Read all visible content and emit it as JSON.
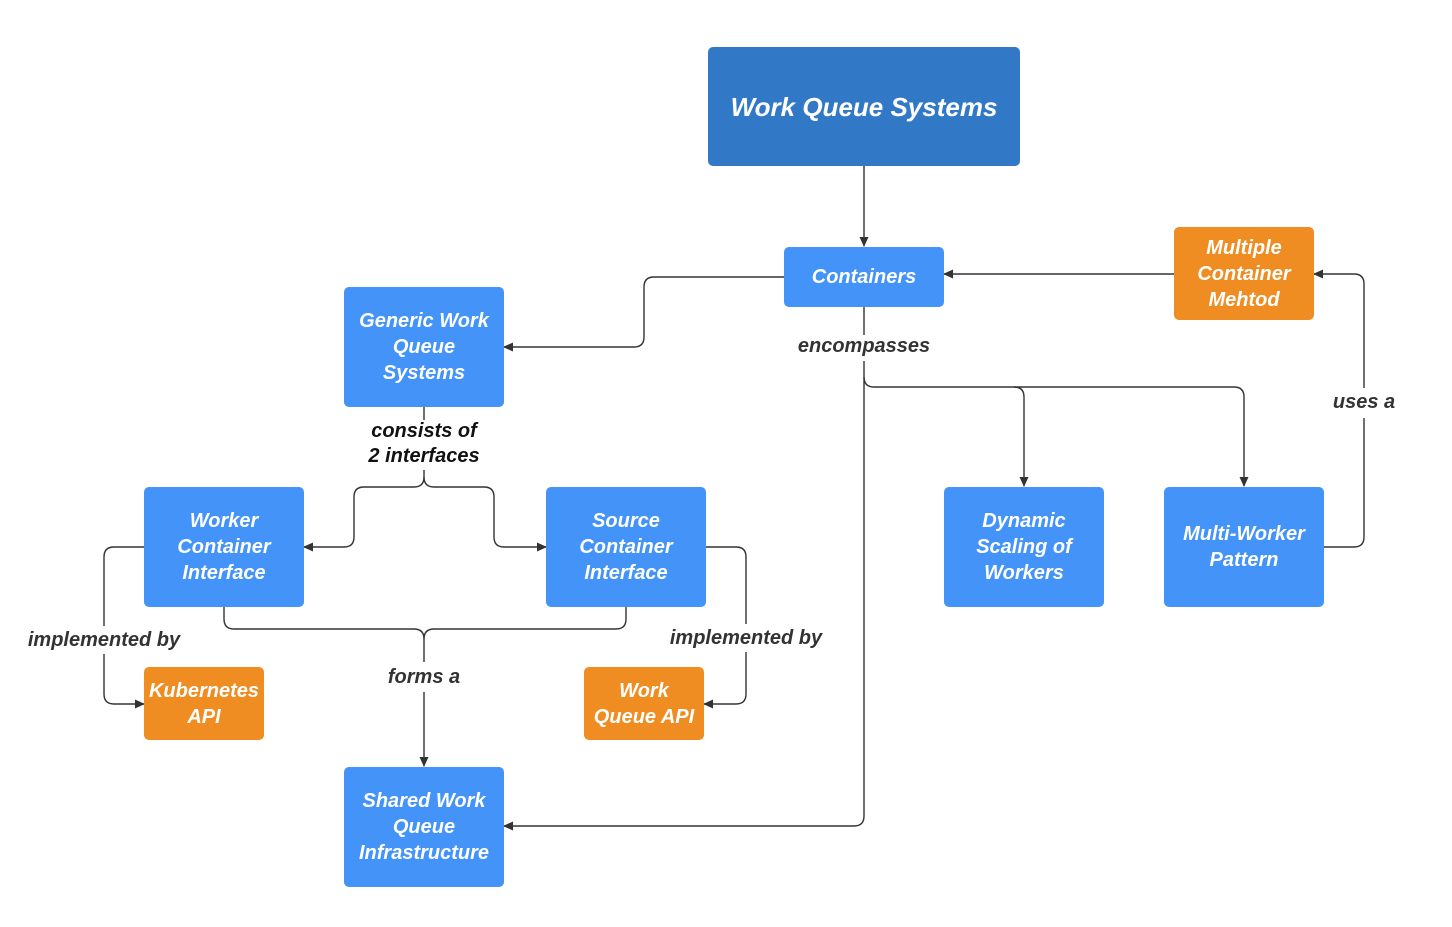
{
  "colors": {
    "title_fill": "#3178C6",
    "concept_fill": "#4493F8",
    "example_fill": "#EF8D22",
    "connector": "#333333",
    "background": "#FFFFFF"
  },
  "nodes": {
    "work_queue_systems": "Work Queue Systems",
    "containers": "Containers",
    "multiple_container_method": "Multiple\nContainer\nMehtod",
    "generic_work_queue_systems": "Generic Work\nQueue\nSystems",
    "worker_container_interface": "Worker\nContainer\nInterface",
    "source_container_interface": "Source\nContainer\nInterface",
    "dynamic_scaling_of_workers": "Dynamic\nScaling of\nWorkers",
    "multi_worker_pattern": "Multi-Worker\nPattern",
    "kubernetes_api": "Kubernetes\nAPI",
    "work_queue_api": "Work\nQueue API",
    "shared_work_queue_infrastructure": "Shared Work\nQueue\nInfrastructure"
  },
  "edge_labels": {
    "encompasses": "encompasses",
    "uses_a": "uses a",
    "consists_of": "consists of\n2 interfaces",
    "implemented_by_left": "implemented by",
    "implemented_by_right": "implemented by",
    "forms_a": "forms a"
  }
}
